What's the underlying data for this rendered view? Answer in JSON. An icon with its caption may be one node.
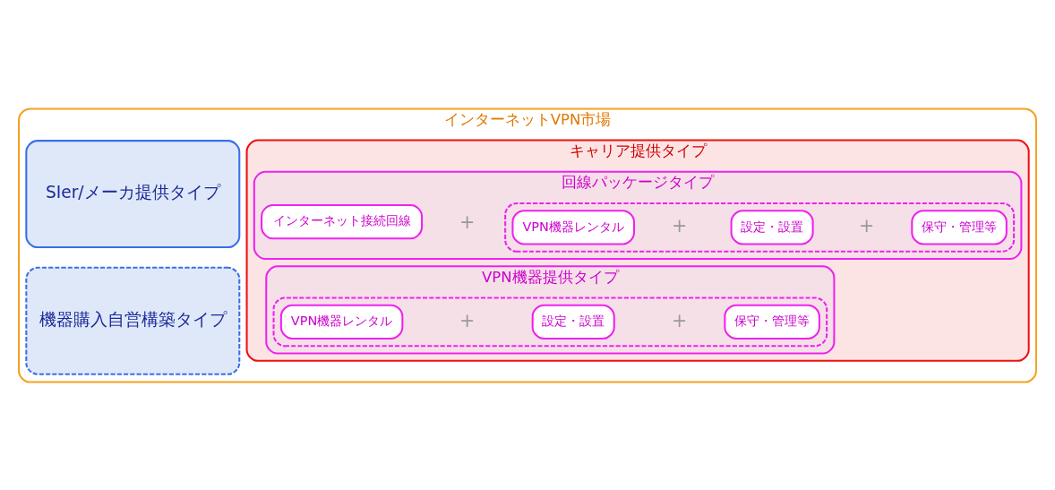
{
  "diagram": {
    "nodes": [
      {
        "text": [
          "インターネットVPN市場"
        ]
      },
      {
        "text": [
          "SIer/メーカ提供タイプ"
        ],
        "in": 0
      },
      {
        "text": [
          "機器購入自営構築タイプ"
        ],
        "in": 0
      },
      {
        "text": [
          "キャリア提供タイプ"
        ],
        "in": 0
      },
      {
        "text": [
          "回線パッケージタイプ"
        ],
        "in": 3
      },
      {
        "text": [
          "インターネット接続回線"
        ],
        "in": 4
      },
      {
        "text": [],
        "shape": "box",
        "in": 4
      },
      {
        "text": [
          "VPN機器レンタル"
        ],
        "in": 6
      },
      {
        "text": [
          "設定・設置"
        ],
        "in": 6
      },
      {
        "text": [
          "保守・管理等"
        ],
        "in": 6
      },
      {
        "text": [
          "VPN機器提供タイプ"
        ],
        "in": 3
      },
      {
        "text": [],
        "shape": "box",
        "in": 10
      },
      {
        "text": [
          "VPN機器レンタル"
        ],
        "in": 11
      },
      {
        "text": [
          "設定・設置"
        ],
        "in": 11
      },
      {
        "text": [
          "保守・管理等"
        ],
        "in": 11
      }
    ],
    "labels": [
      "+",
      "+",
      "+",
      "+",
      "+"
    ]
  }
}
